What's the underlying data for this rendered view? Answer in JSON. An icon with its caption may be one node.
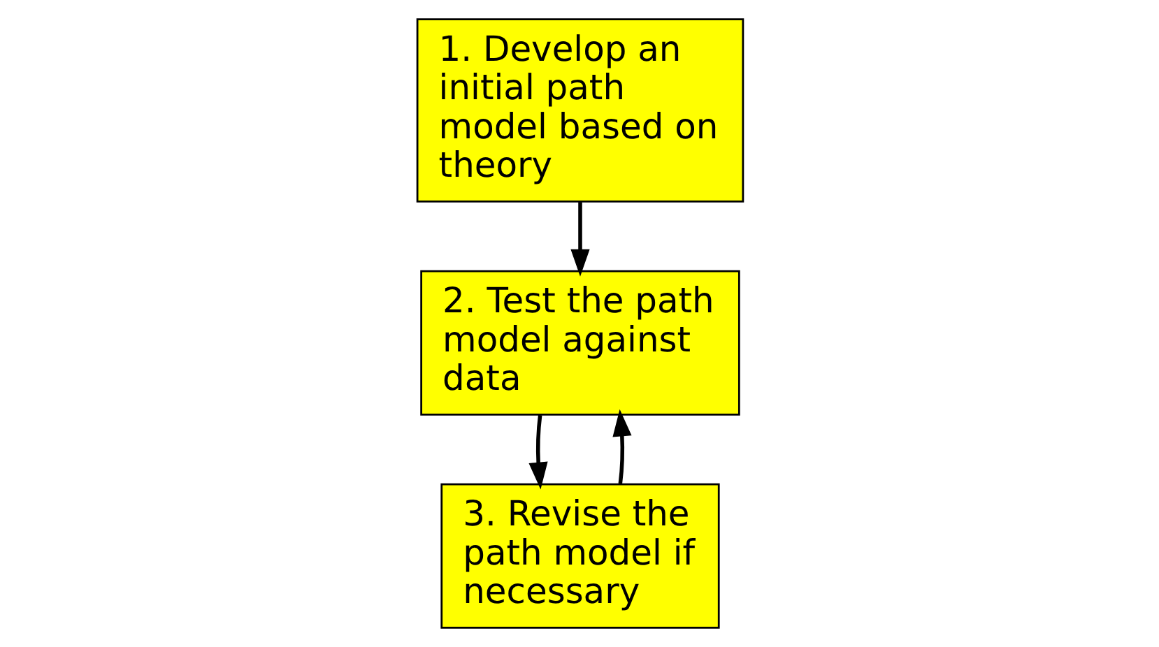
{
  "diagram": {
    "nodes": [
      {
        "text": [
          "1. Develop an initial path model based on theory"
        ]
      },
      {
        "text": [
          "2. Test the path model against data"
        ]
      },
      {
        "text": [
          "3. Revise the path model if necessary"
        ]
      }
    ],
    "edges": [
      {
        "from": 0,
        "to": 1,
        "arrow": "to"
      },
      {
        "from": 1,
        "to": 2,
        "arrow": "to"
      },
      {
        "from": 2,
        "to": 1,
        "arrow": "to"
      }
    ]
  }
}
